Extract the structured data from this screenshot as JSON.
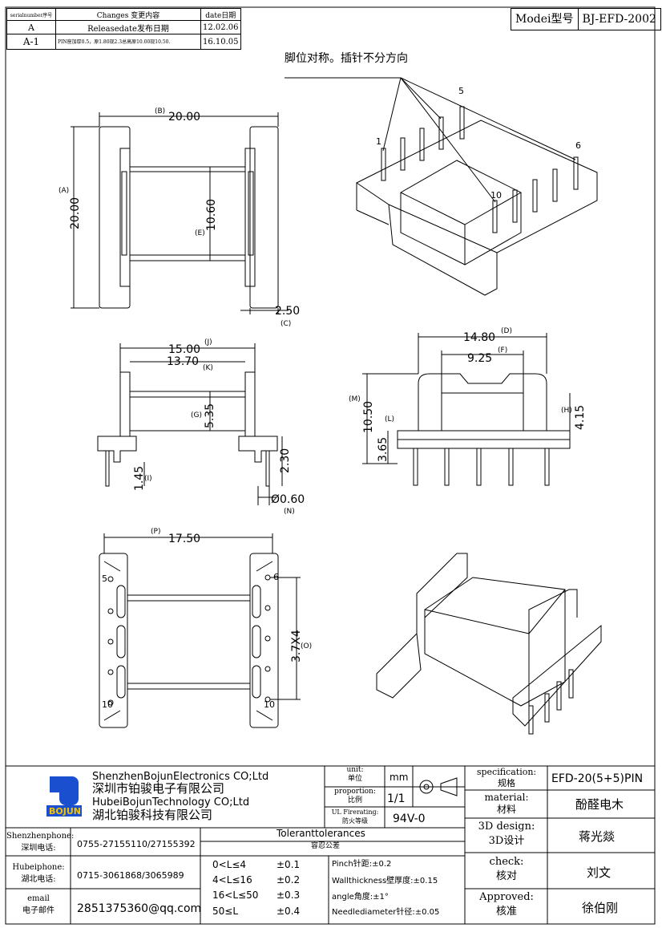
{
  "revision_table": {
    "headers": [
      "serialnumber序号",
      "Changes 变更内容",
      "date日期"
    ],
    "rows": [
      {
        "serial": "A",
        "change": "Releasedate发布日期",
        "date": "12.02.06"
      },
      {
        "serial": "A-1",
        "change": "PIN座加厚0.5，原1.80现2.3总高原10.00现10.50.",
        "date": "16.10.05"
      }
    ]
  },
  "model": {
    "label": "Modei型号",
    "value": "BJ-EFD-2002"
  },
  "note": "脚位对称。插针不分方向",
  "top_view": {
    "dim_b": "(B)",
    "dim_b_val": "20.00",
    "dim_a": "(A)",
    "dim_a_val": "20.00",
    "dim_e": "(E)",
    "dim_e_val": "10.60",
    "dim_c_val": "2.50",
    "dim_c": "(C)"
  },
  "front_view": {
    "dim_j": "(J)",
    "dim_j_val": "15.00",
    "dim_k": "(K)",
    "dim_k_val": "13.70",
    "dim_g": "(G)",
    "dim_g_val": "5.35",
    "dim_i_val": "1.45",
    "dim_i": "(I)",
    "dim_h2_val": "2.30",
    "dim_n_val": "Ø0.60",
    "dim_n": "(N)"
  },
  "side_view": {
    "dim_d": "(D)",
    "dim_d_val": "14.80",
    "dim_f": "(F)",
    "dim_f_val": "9.25",
    "dim_m": "(M)",
    "dim_m_val": "10.50",
    "dim_l": "(L)",
    "dim_l_val": "3.65",
    "dim_h": "(H)",
    "dim_h_val": "4.15"
  },
  "bottom_view": {
    "dim_p": "(P)",
    "dim_p_val": "17.50",
    "dim_o_val": "3.7X4",
    "dim_o": "(O)",
    "pin_labels": [
      "5",
      "6",
      "10",
      "10"
    ]
  },
  "iso_pins": [
    "1",
    "5",
    "6",
    "10"
  ],
  "title_block": {
    "company_en1": "ShenzhenBojunElectronics CO;Ltd",
    "company_cn1": "深圳市铂骏电子有限公司",
    "company_en2": "HubeiBojunTechnology CO;Ltd",
    "company_cn2": "湖北铂骏科技有限公司",
    "logo_text": "BOJUN",
    "unit_label": "unit:\n单位",
    "unit_value": "mm",
    "proportion_label": "proportion:\n比例",
    "proportion_value": "1/1",
    "ul_label": "UL Firerating:\n防火等级",
    "ul_value": "94V-0",
    "spec_label": "specification:\n规格",
    "spec_value": "EFD-20(5+5)PIN",
    "material_label": "material:\n材料",
    "material_value": "酚醛电木",
    "design_label": "3D design:\n3D设计",
    "design_value": "蒋光燚",
    "check_label": "check:\n核对",
    "check_value": "刘文",
    "approved_label": "Approved:\n核准",
    "approved_value": "徐伯刚",
    "shenzhen_phone_label": "Shenzhenphone:\n深圳电话:",
    "shenzhen_phone": "0755-27155110/27155392",
    "hubei_phone_label": "Hubeiphone:\n湖北电话:",
    "hubei_phone": "0715-3061868/3065989",
    "email_label": "email\n电子邮件",
    "email": "2851375360@qq.com",
    "tolerance_title": "Toleranttolerances",
    "tolerance_title_cn": "容忍公差",
    "tolerances": [
      {
        "range": "0<L≤4",
        "value": "±0.1"
      },
      {
        "range": "4<L≤16",
        "value": "±0.2"
      },
      {
        "range": "16<L≤50",
        "value": "±0.3"
      },
      {
        "range": "50≤L",
        "value": "±0.4"
      }
    ],
    "pinch": "Pinch针距:±0.2",
    "wall": "Wallthickness壁厚度:±0.15",
    "angle": "angle角度:±1°",
    "needle": "Needlediameter针径:±0.05"
  }
}
